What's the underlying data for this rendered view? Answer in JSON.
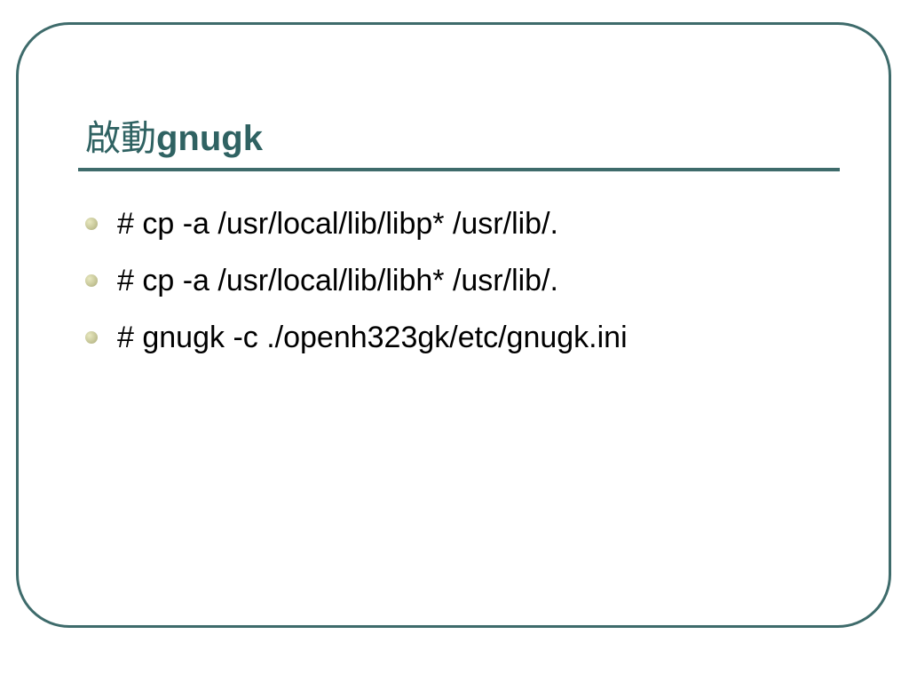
{
  "slide": {
    "title_cjk": "啟動",
    "title_latin": "gnugk",
    "bullets": [
      {
        "text": "# cp -a /usr/local/lib/libp* /usr/lib/."
      },
      {
        "text": "# cp -a /usr/local/lib/libh* /usr/lib/."
      },
      {
        "text": "# gnugk -c ./openh323gk/etc/gnugk.ini"
      }
    ]
  },
  "colors": {
    "frame": "#3e6b6b",
    "title": "#2f6262",
    "bullet": "#c8c89a",
    "text": "#000000"
  }
}
